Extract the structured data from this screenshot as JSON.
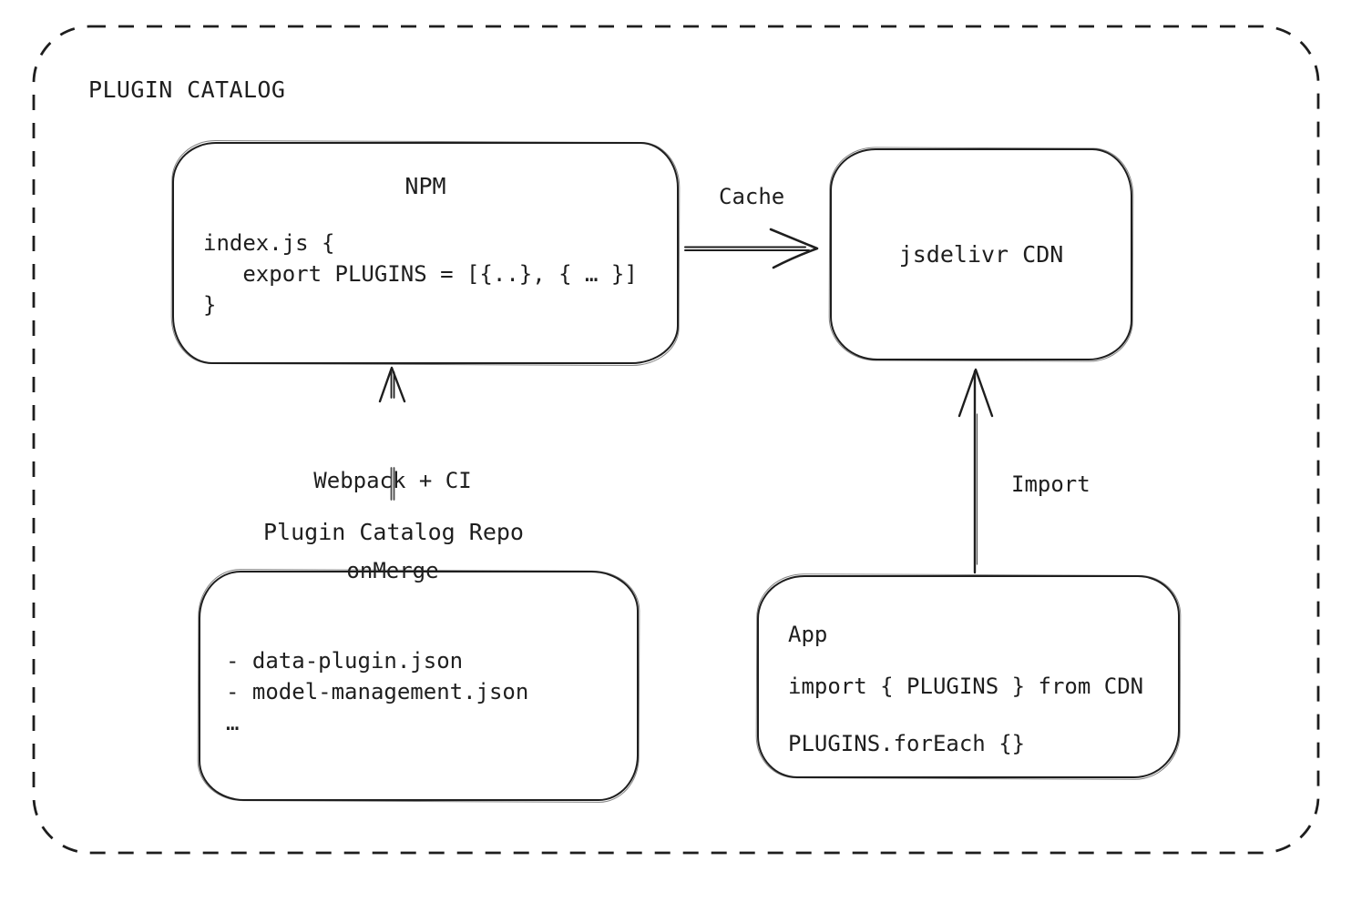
{
  "diagram": {
    "title": "PLUGIN CATALOG",
    "nodes": {
      "npm": {
        "title": "NPM",
        "code_lines": [
          "index.js {",
          "   export PLUGINS = [{..}, { … }]",
          "}"
        ]
      },
      "cdn": {
        "label": "jsdelivr CDN"
      },
      "repo": {
        "heading": "Plugin Catalog Repo",
        "items": [
          "- data-plugin.json",
          "- model-management.json",
          "…"
        ]
      },
      "app": {
        "title": "App",
        "code_lines": [
          "import { PLUGINS } from CDN",
          "PLUGINS.forEach {}"
        ]
      }
    },
    "edges": {
      "cache": {
        "label": "Cache"
      },
      "build": {
        "label_line1": "Webpack + CI",
        "label_line2": "onMerge"
      },
      "import": {
        "label": "Import"
      }
    },
    "colors": {
      "stroke": "#1e1e1e",
      "background": "#ffffff"
    }
  }
}
